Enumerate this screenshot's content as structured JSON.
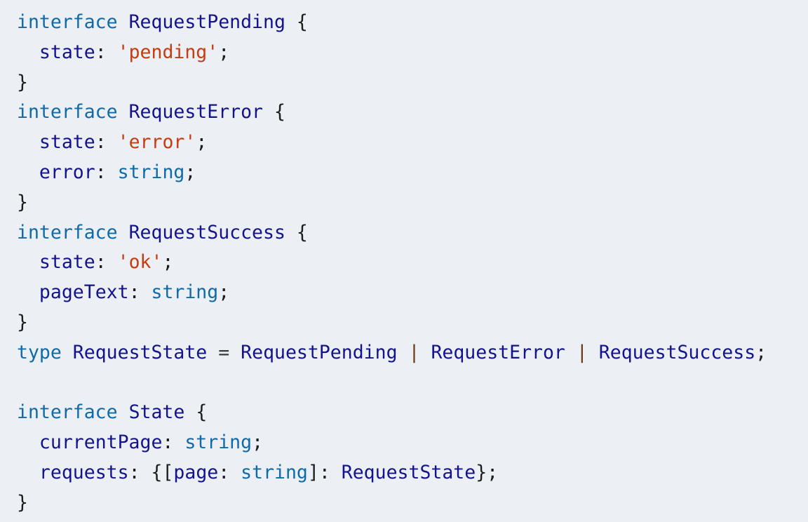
{
  "document": {
    "kind": "code-snippet",
    "language": "TypeScript",
    "background_color": "#eceff4",
    "colors": {
      "keyword": "#0e6ba8",
      "builtin_type": "#0e6ba8",
      "identifier": "#13138e",
      "property": "#13138e",
      "string_literal": "#c53c10",
      "punctuation": "#1c1c1c",
      "operator": "#3a3a3a",
      "union_pipe": "#6b3a10"
    },
    "plain_text": "interface RequestPending {\n  state: 'pending';\n}\ninterface RequestError {\n  state: 'error';\n  error: string;\n}\ninterface RequestSuccess {\n  state: 'ok';\n  pageText: string;\n}\ntype RequestState = RequestPending | RequestError | RequestSuccess;\n\ninterface State {\n  currentPage: string;\n  requests: {[page: string]: RequestState};\n}",
    "lines": [
      {
        "index": 1,
        "text": "interface RequestPending {",
        "tokens": [
          {
            "t": "interface",
            "c": "kw"
          },
          {
            "t": " ",
            "c": "plain"
          },
          {
            "t": "RequestPending",
            "c": "name"
          },
          {
            "t": " ",
            "c": "plain"
          },
          {
            "t": "{",
            "c": "punct"
          }
        ]
      },
      {
        "index": 2,
        "text": "  state: 'pending';",
        "tokens": [
          {
            "t": "  ",
            "c": "plain"
          },
          {
            "t": "state",
            "c": "prop"
          },
          {
            "t": ": ",
            "c": "punct"
          },
          {
            "t": "'pending'",
            "c": "str"
          },
          {
            "t": ";",
            "c": "punct"
          }
        ]
      },
      {
        "index": 3,
        "text": "}",
        "tokens": [
          {
            "t": "}",
            "c": "punct"
          }
        ]
      },
      {
        "index": 4,
        "text": "interface RequestError {",
        "tokens": [
          {
            "t": "interface",
            "c": "kw"
          },
          {
            "t": " ",
            "c": "plain"
          },
          {
            "t": "RequestError",
            "c": "name"
          },
          {
            "t": " ",
            "c": "plain"
          },
          {
            "t": "{",
            "c": "punct"
          }
        ]
      },
      {
        "index": 5,
        "text": "  state: 'error';",
        "tokens": [
          {
            "t": "  ",
            "c": "plain"
          },
          {
            "t": "state",
            "c": "prop"
          },
          {
            "t": ": ",
            "c": "punct"
          },
          {
            "t": "'error'",
            "c": "str"
          },
          {
            "t": ";",
            "c": "punct"
          }
        ]
      },
      {
        "index": 6,
        "text": "  error: string;",
        "tokens": [
          {
            "t": "  ",
            "c": "plain"
          },
          {
            "t": "error",
            "c": "prop"
          },
          {
            "t": ": ",
            "c": "punct"
          },
          {
            "t": "string",
            "c": "type"
          },
          {
            "t": ";",
            "c": "punct"
          }
        ]
      },
      {
        "index": 7,
        "text": "}",
        "tokens": [
          {
            "t": "}",
            "c": "punct"
          }
        ]
      },
      {
        "index": 8,
        "text": "interface RequestSuccess {",
        "tokens": [
          {
            "t": "interface",
            "c": "kw"
          },
          {
            "t": " ",
            "c": "plain"
          },
          {
            "t": "RequestSuccess",
            "c": "name"
          },
          {
            "t": " ",
            "c": "plain"
          },
          {
            "t": "{",
            "c": "punct"
          }
        ]
      },
      {
        "index": 9,
        "text": "  state: 'ok';",
        "tokens": [
          {
            "t": "  ",
            "c": "plain"
          },
          {
            "t": "state",
            "c": "prop"
          },
          {
            "t": ": ",
            "c": "punct"
          },
          {
            "t": "'ok'",
            "c": "str"
          },
          {
            "t": ";",
            "c": "punct"
          }
        ]
      },
      {
        "index": 10,
        "text": "  pageText: string;",
        "tokens": [
          {
            "t": "  ",
            "c": "plain"
          },
          {
            "t": "pageText",
            "c": "prop"
          },
          {
            "t": ": ",
            "c": "punct"
          },
          {
            "t": "string",
            "c": "type"
          },
          {
            "t": ";",
            "c": "punct"
          }
        ]
      },
      {
        "index": 11,
        "text": "}",
        "tokens": [
          {
            "t": "}",
            "c": "punct"
          }
        ]
      },
      {
        "index": 12,
        "text": "type RequestState = RequestPending | RequestError | RequestSuccess;",
        "tokens": [
          {
            "t": "type",
            "c": "kw"
          },
          {
            "t": " ",
            "c": "plain"
          },
          {
            "t": "RequestState",
            "c": "name"
          },
          {
            "t": " ",
            "c": "plain"
          },
          {
            "t": "=",
            "c": "op"
          },
          {
            "t": " ",
            "c": "plain"
          },
          {
            "t": "RequestPending",
            "c": "name"
          },
          {
            "t": " ",
            "c": "plain"
          },
          {
            "t": "|",
            "c": "pipe"
          },
          {
            "t": " ",
            "c": "plain"
          },
          {
            "t": "RequestError",
            "c": "name"
          },
          {
            "t": " ",
            "c": "plain"
          },
          {
            "t": "|",
            "c": "pipe"
          },
          {
            "t": " ",
            "c": "plain"
          },
          {
            "t": "RequestSuccess",
            "c": "name"
          },
          {
            "t": ";",
            "c": "punct"
          }
        ]
      },
      {
        "index": 13,
        "text": "",
        "tokens": []
      },
      {
        "index": 14,
        "text": "interface State {",
        "tokens": [
          {
            "t": "interface",
            "c": "kw"
          },
          {
            "t": " ",
            "c": "plain"
          },
          {
            "t": "State",
            "c": "name"
          },
          {
            "t": " ",
            "c": "plain"
          },
          {
            "t": "{",
            "c": "punct"
          }
        ]
      },
      {
        "index": 15,
        "text": "  currentPage: string;",
        "tokens": [
          {
            "t": "  ",
            "c": "plain"
          },
          {
            "t": "currentPage",
            "c": "prop"
          },
          {
            "t": ": ",
            "c": "punct"
          },
          {
            "t": "string",
            "c": "type"
          },
          {
            "t": ";",
            "c": "punct"
          }
        ]
      },
      {
        "index": 16,
        "text": "  requests: {[page: string]: RequestState};",
        "tokens": [
          {
            "t": "  ",
            "c": "plain"
          },
          {
            "t": "requests",
            "c": "prop"
          },
          {
            "t": ": ",
            "c": "punct"
          },
          {
            "t": "{[",
            "c": "punct"
          },
          {
            "t": "page",
            "c": "prop"
          },
          {
            "t": ": ",
            "c": "punct"
          },
          {
            "t": "string",
            "c": "type"
          },
          {
            "t": "]: ",
            "c": "punct"
          },
          {
            "t": "RequestState",
            "c": "name"
          },
          {
            "t": "};",
            "c": "punct"
          }
        ]
      },
      {
        "index": 17,
        "text": "}",
        "tokens": [
          {
            "t": "}",
            "c": "punct"
          }
        ]
      }
    ]
  }
}
